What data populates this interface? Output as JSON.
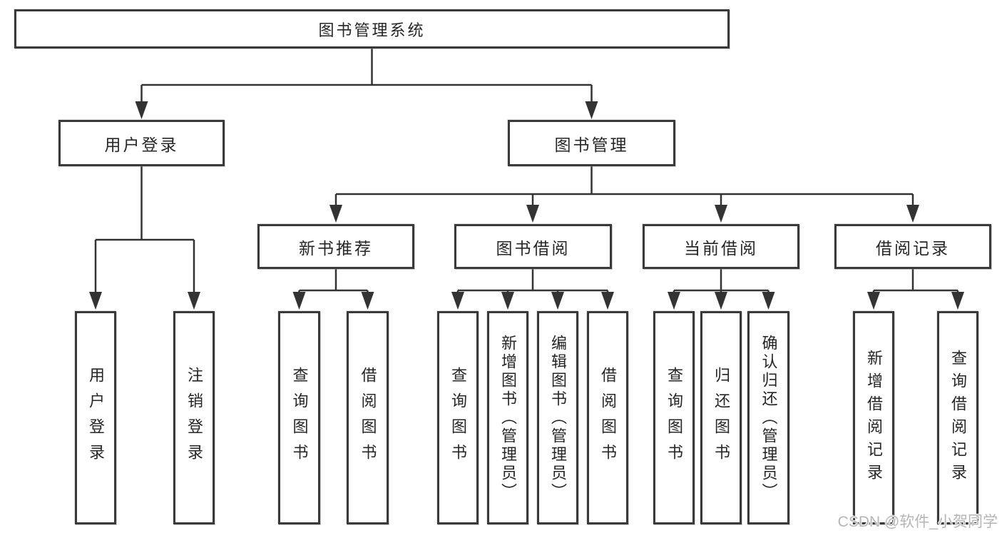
{
  "diagram": {
    "root": {
      "label": "图书管理系统"
    },
    "level2": [
      {
        "label": "用户登录"
      },
      {
        "label": "图书管理"
      }
    ],
    "level3": [
      {
        "label": "新书推荐"
      },
      {
        "label": "图书借阅"
      },
      {
        "label": "当前借阅"
      },
      {
        "label": "借阅记录"
      }
    ],
    "leaves": {
      "user_login": [
        "用户登录",
        "注销登录"
      ],
      "new_books": [
        "查询图书",
        "借阅图书"
      ],
      "book_borrow": [
        "查询图书",
        "新增图书（管理员）",
        "编辑图书（管理员）",
        "借阅图书"
      ],
      "current_borrow": [
        "查询图书",
        "归还图书",
        "确认归还（管理员）"
      ],
      "borrow_records": [
        "新增借阅记录",
        "查询借阅记录"
      ]
    },
    "watermark": "CSDN @软件_小贺同学",
    "colors": {
      "line": "#333333",
      "box_border": "#3a3a3a",
      "text": "#262626",
      "watermark": "#b5b5b5"
    }
  }
}
